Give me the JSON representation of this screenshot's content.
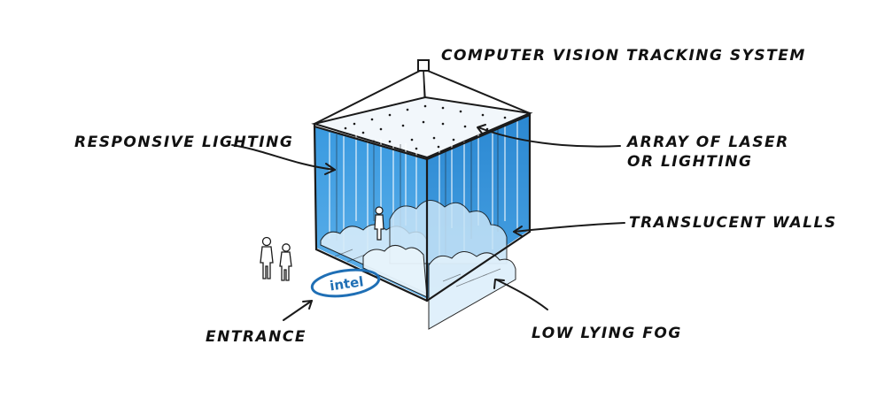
{
  "labels": {
    "tracking": "COMPUTER VISION TRACKING SYSTEM",
    "lighting": "RESPONSIVE LIGHTING",
    "array_line1": "ARRAY OF LASER",
    "array_line2": "OR LIGHTING",
    "walls": "TRANSLUCENT WALLS",
    "fog": "LOW LYING FOG",
    "entrance": "ENTRANCE"
  },
  "logo_text": "intel",
  "colors": {
    "ink": "#1a1a1a",
    "blue": "#2f8fd6",
    "blue_light": "#8cc6ef",
    "blue_dark": "#1f6fb5"
  }
}
